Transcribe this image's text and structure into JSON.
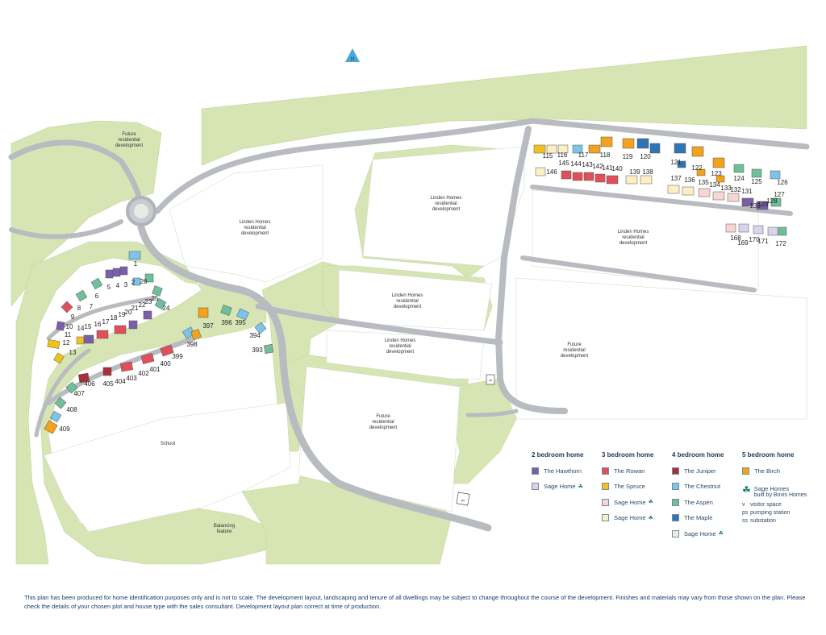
{
  "north_label": "N",
  "areas": {
    "future_nw": "Future\nresidential\ndevelopment",
    "linden_1": "Linden Homes\nresidential\ndevelopment",
    "linden_2": "Linden Homes\nresidential\ndevelopment",
    "linden_3": "Linden Homes\nresidential\ndevelopment",
    "linden_4": "Linden Homes\nresidential\ndevelopment",
    "linden_5": "Linden Homes\nresidential\ndevelopment",
    "future_mid": "Future\nresidential\ndevelopment",
    "future_east": "Future\nresidential\ndevelopment",
    "school": "School",
    "balancing": "Balancing\nfeature",
    "pumping": "ps",
    "substation": "ss"
  },
  "plot_labels": [
    "1",
    "2",
    "3",
    "4",
    "5",
    "6",
    "7",
    "8",
    "9",
    "10",
    "11",
    "12",
    "13",
    "14",
    "15",
    "16",
    "17",
    "18",
    "19",
    "20",
    "21",
    "22",
    "23",
    "24",
    "25",
    "26",
    "393",
    "394",
    "395",
    "396",
    "397",
    "398",
    "399",
    "400",
    "401",
    "402",
    "403",
    "404",
    "405",
    "406",
    "407",
    "408",
    "409",
    "115",
    "116",
    "117",
    "118",
    "119",
    "120",
    "121",
    "122",
    "123",
    "124",
    "125",
    "126",
    "127",
    "128",
    "129",
    "130",
    "131",
    "132",
    "133",
    "134",
    "135",
    "136",
    "137",
    "138",
    "139",
    "140",
    "141",
    "142",
    "143",
    "144",
    "145",
    "146",
    "168",
    "169",
    "170",
    "171",
    "172"
  ],
  "legend": {
    "col1": {
      "heading": "2 bedroom home",
      "items": [
        "The Hawthorn",
        "Sage Home"
      ]
    },
    "col2": {
      "heading": "3 bedroom home",
      "items": [
        "The Rowan",
        "The Spruce",
        "Sage Home",
        "Sage Home"
      ]
    },
    "col3": {
      "heading": "4 bedroom home",
      "items": [
        "The Juniper",
        "The Chestnut",
        "The Aspen",
        "The Maple",
        "Sage Home"
      ]
    },
    "col4": {
      "heading": "5 bedroom home",
      "items": [
        "The Birch"
      ]
    },
    "brand_line1": "Sage Homes",
    "brand_line2": "built by Bovis Homes",
    "key": [
      {
        "code": "v",
        "text": "visitor space"
      },
      {
        "code": "ps",
        "text": "pumping station"
      },
      {
        "code": "ss",
        "text": "substation"
      }
    ]
  },
  "colors": {
    "hawthorn": "#7b5ea8",
    "sage_2bed": "#d9d4ec",
    "rowan": "#e0505a",
    "spruce": "#f0c21c",
    "sage_3bed_pink": "#f6d6d2",
    "sage_3bed_cream": "#fbefc4",
    "juniper": "#a8303c",
    "chestnut": "#7cc4ea",
    "aspen": "#6fbf9a",
    "maple": "#2f74b3",
    "sage_4bed": "#e6efe2",
    "birch": "#f2a21c",
    "green_space": "#d7e5b5",
    "road": "#b8bcc0",
    "north_marker": "#4aa6d8"
  },
  "disclaimer": "This plan has been produced for home identification purposes only and is not to scale. The development layout, landscaping and tenure of all dwellings may be subject to change throughout the course of the development. Finishes and materials may vary from those shown on the plan. Please check the details of your chosen plot and house type with the sales consultant. Development layout plan correct at time of production."
}
